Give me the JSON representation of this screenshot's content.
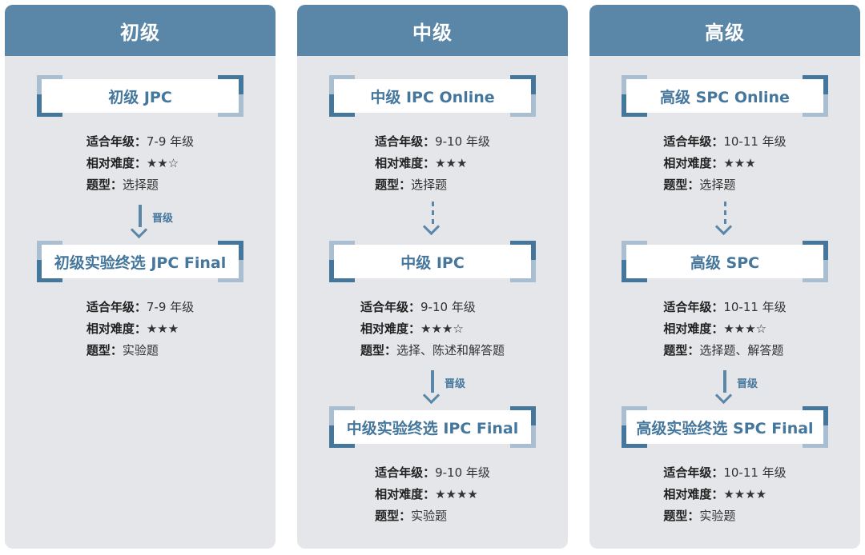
{
  "columns": [
    {
      "title": "初级",
      "stages": [
        {
          "name": "初级 JPC",
          "grade_label": "适合年级：",
          "grade": "7-9 年级",
          "difficulty_label": "相对难度：",
          "difficulty": "★★☆",
          "type_label": "题型：",
          "type": "选择题"
        },
        {
          "name": "初级实验终选 JPC Final",
          "grade_label": "适合年级：",
          "grade": "7-9 年级",
          "difficulty_label": "相对难度：",
          "difficulty": "★★★",
          "type_label": "题型：",
          "type": "实验题"
        }
      ],
      "arrows": [
        {
          "label": "晋级",
          "style": "solid"
        }
      ]
    },
    {
      "title": "中级",
      "stages": [
        {
          "name": "中级 IPC Online",
          "grade_label": "适合年级：",
          "grade": "9-10 年级",
          "difficulty_label": "相对难度：",
          "difficulty": "★★★",
          "type_label": "题型：",
          "type": "选择题"
        },
        {
          "name": "中级 IPC",
          "grade_label": "适合年级：",
          "grade": "9-10 年级",
          "difficulty_label": "相对难度：",
          "difficulty": "★★★☆",
          "type_label": "题型：",
          "type": "选择、陈述和解答题"
        },
        {
          "name": "中级实验终选 IPC Final",
          "grade_label": "适合年级：",
          "grade": "9-10 年级",
          "difficulty_label": "相对难度：",
          "difficulty": "★★★★",
          "type_label": "题型：",
          "type": "实验题"
        }
      ],
      "arrows": [
        {
          "label": "",
          "style": "dashed"
        },
        {
          "label": "晋级",
          "style": "solid"
        }
      ]
    },
    {
      "title": "高级",
      "stages": [
        {
          "name": "高级 SPC Online",
          "grade_label": "适合年级：",
          "grade": "10-11 年级",
          "difficulty_label": "相对难度：",
          "difficulty": "★★★",
          "type_label": "题型：",
          "type": "选择题"
        },
        {
          "name": "高级 SPC",
          "grade_label": "适合年级：",
          "grade": "10-11 年级",
          "difficulty_label": "相对难度：",
          "difficulty": "★★★☆",
          "type_label": "题型：",
          "type": "选择题、解答题"
        },
        {
          "name": "高级实验终选 SPC Final",
          "grade_label": "适合年级：",
          "grade": "10-11 年级",
          "difficulty_label": "相对难度：",
          "difficulty": "★★★★",
          "type_label": "题型：",
          "type": "实验题"
        }
      ],
      "arrows": [
        {
          "label": "",
          "style": "dashed"
        },
        {
          "label": "晋级",
          "style": "solid"
        }
      ]
    }
  ],
  "colors": {
    "header": "#5a87a7",
    "accent": "#45779d",
    "panel": "#e4e6e9"
  },
  "icons": {
    "advance": "arrow-down-icon"
  }
}
